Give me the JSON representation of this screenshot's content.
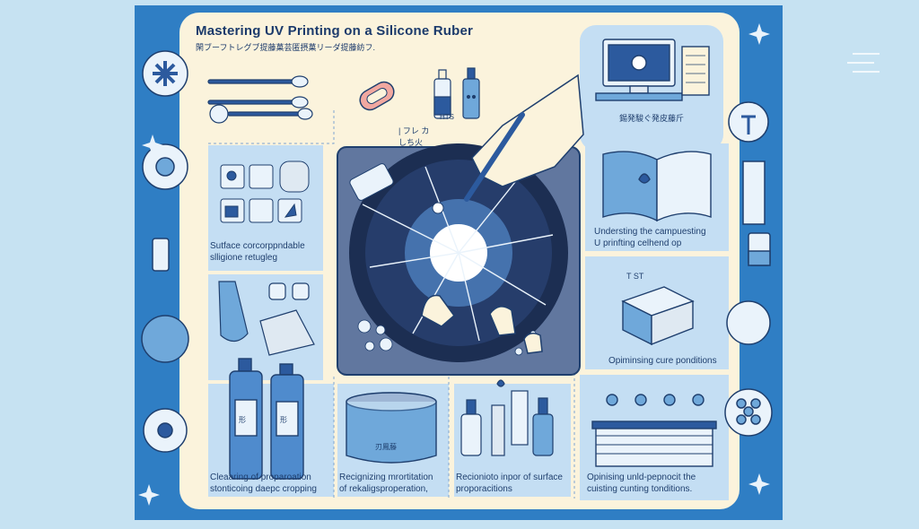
{
  "poster": {
    "title": "Mastering UV Printing on a Silicone Ruber",
    "subtitle": "閑ブーフトレグブ提藤菓芸匿摂菓リーダ提藤紡フ.",
    "colors": {
      "background": "#c6e2f2",
      "frame": "#2f7ec4",
      "panel": "#fbf3dc",
      "accent": "#2c5a9e"
    }
  },
  "cells": {
    "surface": {
      "lines": [
        "Sutface corcorppndable",
        "slligione retugleg"
      ]
    },
    "understanding": {
      "lines": [
        "Understing the campuesting",
        "U prinfting celhend op"
      ]
    },
    "curing": {
      "lines": [
        "Opiminsing cure ponditions"
      ]
    },
    "cleaning": {
      "lines": [
        "Cleaaring of proparoation",
        "stonticoing daepc cropping"
      ]
    },
    "recognizing": {
      "lines": [
        "Recignizing mrortitation",
        "of rekaligsproperation,"
      ]
    },
    "reconcile": {
      "lines": [
        "Recionioto inpor of surface",
        "proporacitions"
      ]
    },
    "optimizing": {
      "lines": [
        "Opinising unld-pepnocit the",
        "cuisting cunting tonditions."
      ]
    }
  },
  "small_labels": {
    "pen_note_1": "| フレ カ",
    "pen_note_2": "しち火",
    "monitor_caption": "錫発駿ぐ発皮藤斤",
    "hts_label": "HTS",
    "bottle_label_1": "形",
    "bottle_label_2": "形",
    "container_label": "刃鳳藤",
    "curing_note": "T ST"
  },
  "icons": [
    "snowflake-medallion-icon",
    "tools-icon",
    "gear-icon",
    "tube-icon",
    "chip-icon",
    "gear-cog-icon",
    "sparkle-icon",
    "bottle-icon",
    "dropper-icon",
    "monitor-icon",
    "book-icon",
    "thermometer-icon",
    "beaker-icon",
    "molecule-icon",
    "hand-icon",
    "pen-icon",
    "uv-light-icon"
  ]
}
